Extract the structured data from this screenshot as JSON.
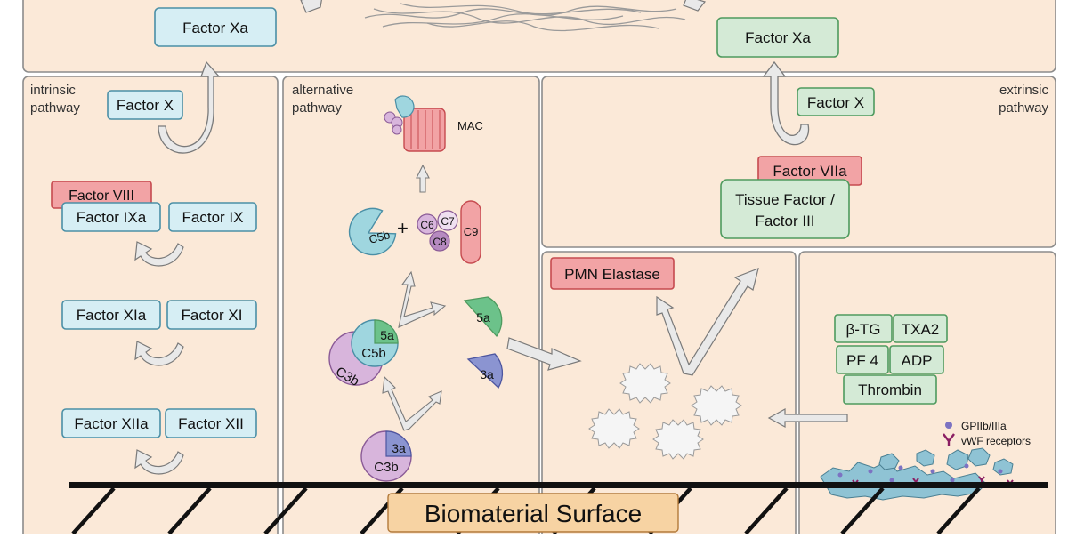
{
  "colors": {
    "panel_fill": "#fbe9d8",
    "panel_stroke": "#8c8c8c",
    "coag_fill": "#d6eef4",
    "coag_stroke": "#4a8fa6",
    "extrinsic_fill": "#d4ead6",
    "extrinsic_stroke": "#4e9a5e",
    "red_fill": "#f2a3a5",
    "red_stroke": "#c64a4f",
    "purple_fill": "#d8b5dc",
    "purple_stroke": "#8a5a96",
    "teal_fill": "#9fd6df",
    "green_fill": "#6cc28a",
    "blue_fill": "#8b94d1",
    "arrow_fill": "#e9e9e9",
    "arrow_stroke": "#7a7a7a",
    "surface_fill": "#f7d3a3"
  },
  "top": {
    "left_factor": "Factor Xa",
    "right_factor": "Factor Xa"
  },
  "intrinsic": {
    "title_line1": "intrinsic",
    "title_line2": "pathway",
    "factor_x": "Factor X",
    "factor_viii": "Factor VIII",
    "factor_ixa": "Factor IXa",
    "factor_ix": "Factor IX",
    "factor_xia": "Factor XIa",
    "factor_xi": "Factor XI",
    "factor_xiia": "Factor XIIa",
    "factor_xii": "Factor XII"
  },
  "alternative": {
    "title_line1": "alternative",
    "title_line2": "pathway",
    "mac_label": "MAC",
    "c5b": "C5b",
    "plus": "+",
    "c6": "C6",
    "c7": "C7",
    "c8": "C8",
    "c9": "C9",
    "c5a": "5a",
    "c5b_complex": "C5b",
    "c3b_complex": "C3b",
    "free_5a": "5a",
    "free_3a": "3a",
    "bottom_3a": "3a",
    "bottom_c3b": "C3b"
  },
  "extrinsic": {
    "title_line1": "extrinsic",
    "title_line2": "pathway",
    "factor_x": "Factor X",
    "factor_viia": "Factor VIIa",
    "tissue_factor_line1": "Tissue Factor /",
    "tissue_factor_line2": "Factor III"
  },
  "leukocyte": {
    "pmn_elastase": "PMN Elastase"
  },
  "platelet": {
    "beta_tg": "β-TG",
    "txa2": "TXA2",
    "pf4": "PF 4",
    "adp": "ADP",
    "thrombin": "Thrombin",
    "legend_gp": "GPIIb/IIIa",
    "legend_vwf": "vWF receptors"
  },
  "surface": {
    "label": "Biomaterial Surface"
  }
}
